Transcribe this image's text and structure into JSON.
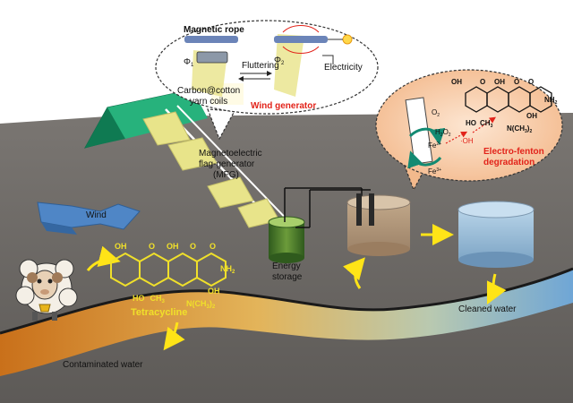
{
  "wind_generator": {
    "magnetic_rope": "Magnetic rope",
    "phi1": "Φ",
    "phi1_sub": "1",
    "phi2": "Φ",
    "phi2_sub": "2",
    "fluttering": "Fluttering",
    "electricity": "Electricity",
    "coils_line1": "Carbon@cotton",
    "coils_line2": "yarn coils",
    "title": "Wind generator"
  },
  "mfg": {
    "line1": "Magnetoelectric",
    "line2": "flag-generator",
    "line3": "(MFG)"
  },
  "wind": "Wind",
  "energy_storage": {
    "line1": "Energy",
    "line2": "storage"
  },
  "fenton": {
    "o2": "O",
    "o2_sub": "2",
    "h2o2": "H",
    "h2o2_mid": "O",
    "fe2": "Fe",
    "fe2_sup": "2+",
    "fe3": "Fe",
    "fe3_sup": "3+",
    "oh_radical": "·OH",
    "label_line1": "Electro-fenton",
    "label_line2": "degradation"
  },
  "molecule": {
    "oh_labels": [
      "OH",
      "O",
      "OH",
      "O",
      "O"
    ],
    "nh2": "NH",
    "nh2_sub": "2",
    "ho": "HO",
    "ch3": "CH",
    "ch3_sub": "3",
    "ncH3": "N(CH",
    "ncH3_sub": "3",
    "ncH3_tail": ")",
    "ncH3_tail_sub": "2",
    "oh_right": "OH"
  },
  "tetracycline": "Tetracycline",
  "contaminated_water": "Contaminated water",
  "cleaned_water": "Cleaned water",
  "colors": {
    "ground": "#6f6b67",
    "sky": "#ffffff",
    "flag_yellow": "#e8e48a",
    "tent_green": "#1f9b6b",
    "molecule_yellow": "#f0e02a",
    "bubble_peach": "#f6c9a6",
    "red_label": "#e2231a",
    "arrow_yellow": "#ffe417",
    "clean_water": "#8fb4cf",
    "wind_blue": "#4f86c6"
  }
}
